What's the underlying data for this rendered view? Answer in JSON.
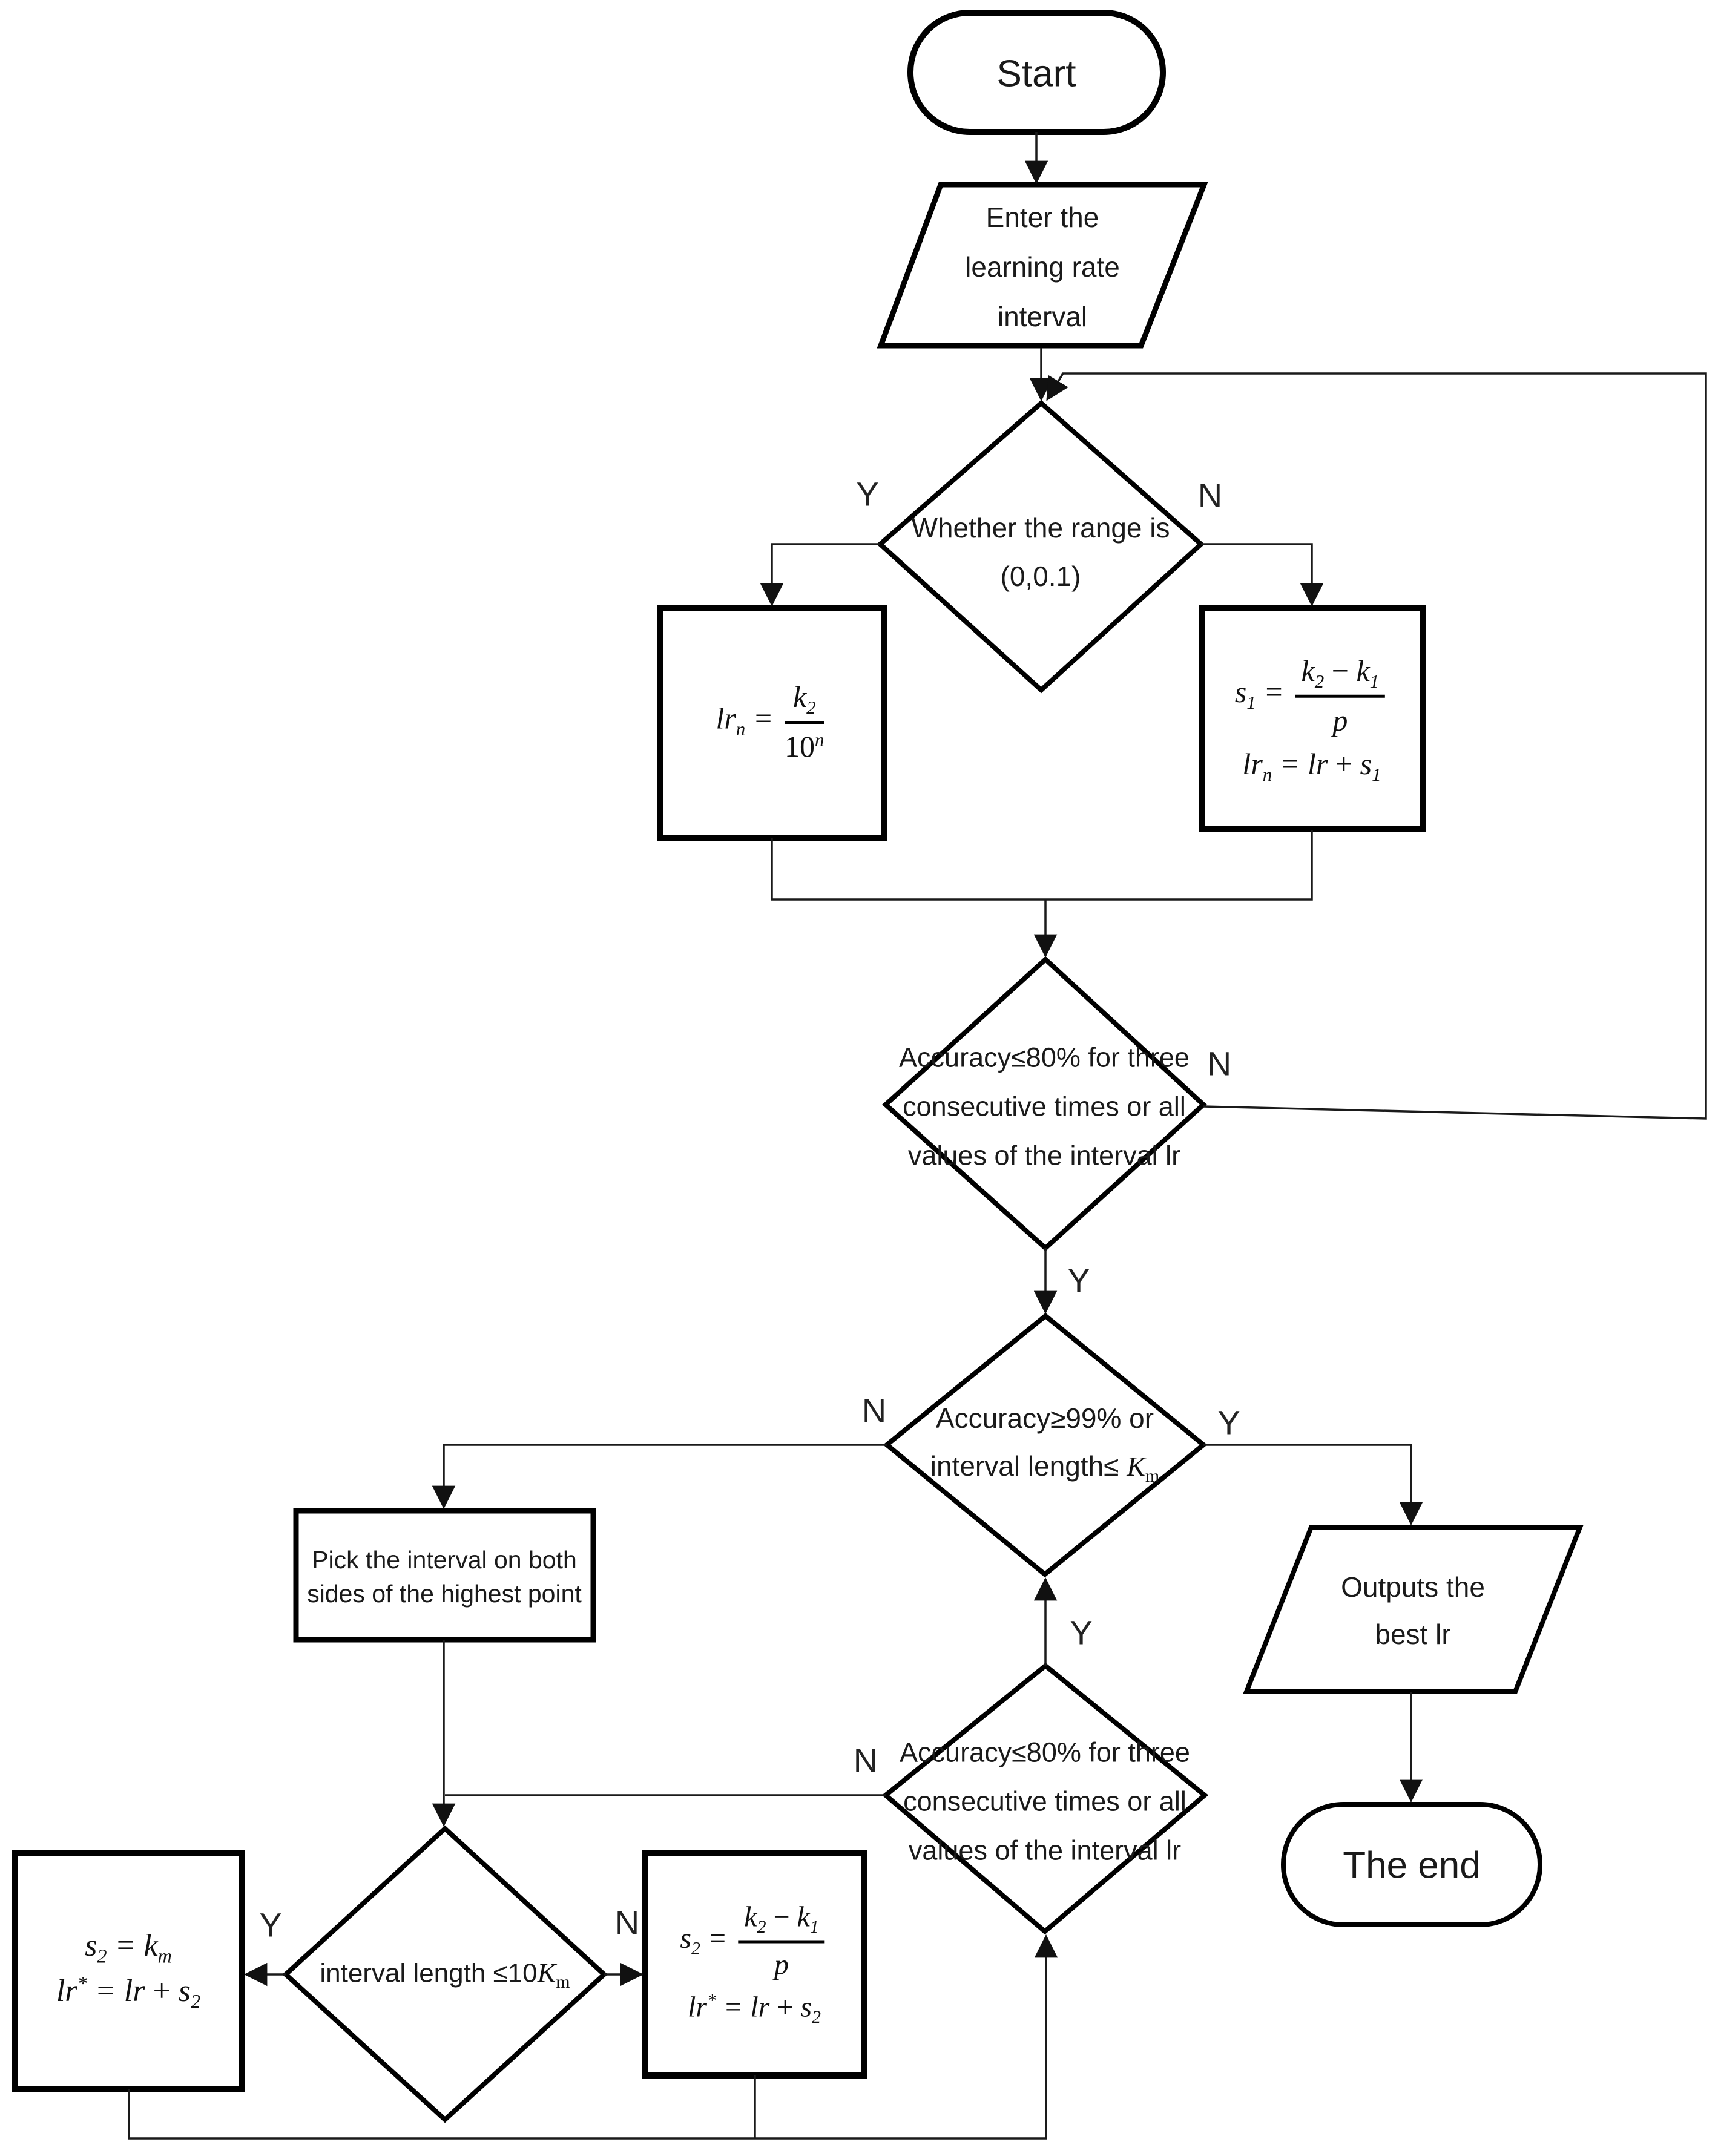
{
  "labels": {
    "yes": "Y",
    "no": "N"
  },
  "nodes": {
    "start": {
      "label": "Start"
    },
    "enter_lr": {
      "line1": "Enter the",
      "line2": "learning rate",
      "line3": "interval"
    },
    "range_check": {
      "line1": "Whether the range is",
      "line2": "(0,0.1)"
    },
    "acc80_top": {
      "line1": "Accuracy≤80% for three",
      "line2": "consecutive times or all",
      "line3": "values of the interval lr"
    },
    "acc99": {
      "line1": "Accuracy≥99% or",
      "line2_text": "interval length≤ ",
      "line2_var": "K",
      "line2_sub": "m"
    },
    "pick": {
      "line1": "Pick the interval on both",
      "line2": "sides of the highest point"
    },
    "outputs": {
      "line1": "Outputs the",
      "line2": "best lr"
    },
    "end": {
      "label": "The end"
    },
    "acc80_bottom": {
      "line1": "Accuracy≤80% for three",
      "line2": "consecutive times or all",
      "line3": "values of the interval lr"
    },
    "interval10km": {
      "text": "interval length ≤10",
      "var": "K",
      "sub": "m"
    },
    "f_lrn": {
      "lhs": "lr",
      "lhs_sub": "n",
      "eq": "=",
      "num": "k",
      "num_sub": "2",
      "den": "10",
      "den_sup": "n"
    },
    "f_s1": {
      "lhs": "s",
      "lhs_sub": "1",
      "eq": "=",
      "num1": "k",
      "num1_sub": "2",
      "op": "−",
      "num2": "k",
      "num2_sub": "1",
      "den": "p",
      "l2_lhs": "lr",
      "l2_lhs_sub": "n",
      "l2_eq": "=",
      "l2_a": "lr",
      "l2_op": "+",
      "l2_b": "s",
      "l2_b_sub": "1"
    },
    "f_s2km": {
      "lhs": "s",
      "lhs_sub": "2",
      "eq": "=",
      "rhs": "k",
      "rhs_sub": "m",
      "l2_lhs": "lr",
      "l2_sup": "*",
      "l2_eq": "=",
      "l2_a": "lr",
      "l2_op": "+",
      "l2_b": "s",
      "l2_b_sub": "2"
    },
    "f_s2frac": {
      "lhs": "s",
      "lhs_sub": "2",
      "eq": "=",
      "num1": "k",
      "num1_sub": "2",
      "op": "−",
      "num2": "k",
      "num2_sub": "1",
      "den": "p",
      "l2_lhs": "lr",
      "l2_sup": "*",
      "l2_eq": "=",
      "l2_a": "lr",
      "l2_op": "+",
      "l2_b": "s",
      "l2_b_sub": "2"
    }
  },
  "colors": {
    "background": "#ffffff",
    "shape_stroke": "#000000",
    "connector": "#1a1a1a",
    "text": "#1a1a1a"
  }
}
